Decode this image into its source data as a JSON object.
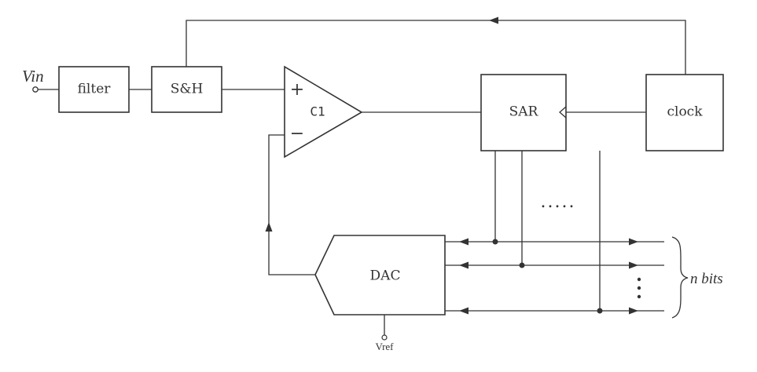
{
  "diagram": {
    "input_label": "Vin",
    "blocks": {
      "filter": "filter",
      "sample_hold": "S&H",
      "comparator": "C1",
      "comparator_plus": "+",
      "comparator_minus": "−",
      "sar": "SAR",
      "clock": "clock",
      "dac": "DAC"
    },
    "vref_label": "Vref",
    "bits_label": "n bits",
    "ellipsis_h": ".....",
    "colors": {
      "stroke": "#333333",
      "background": "#ffffff"
    }
  }
}
